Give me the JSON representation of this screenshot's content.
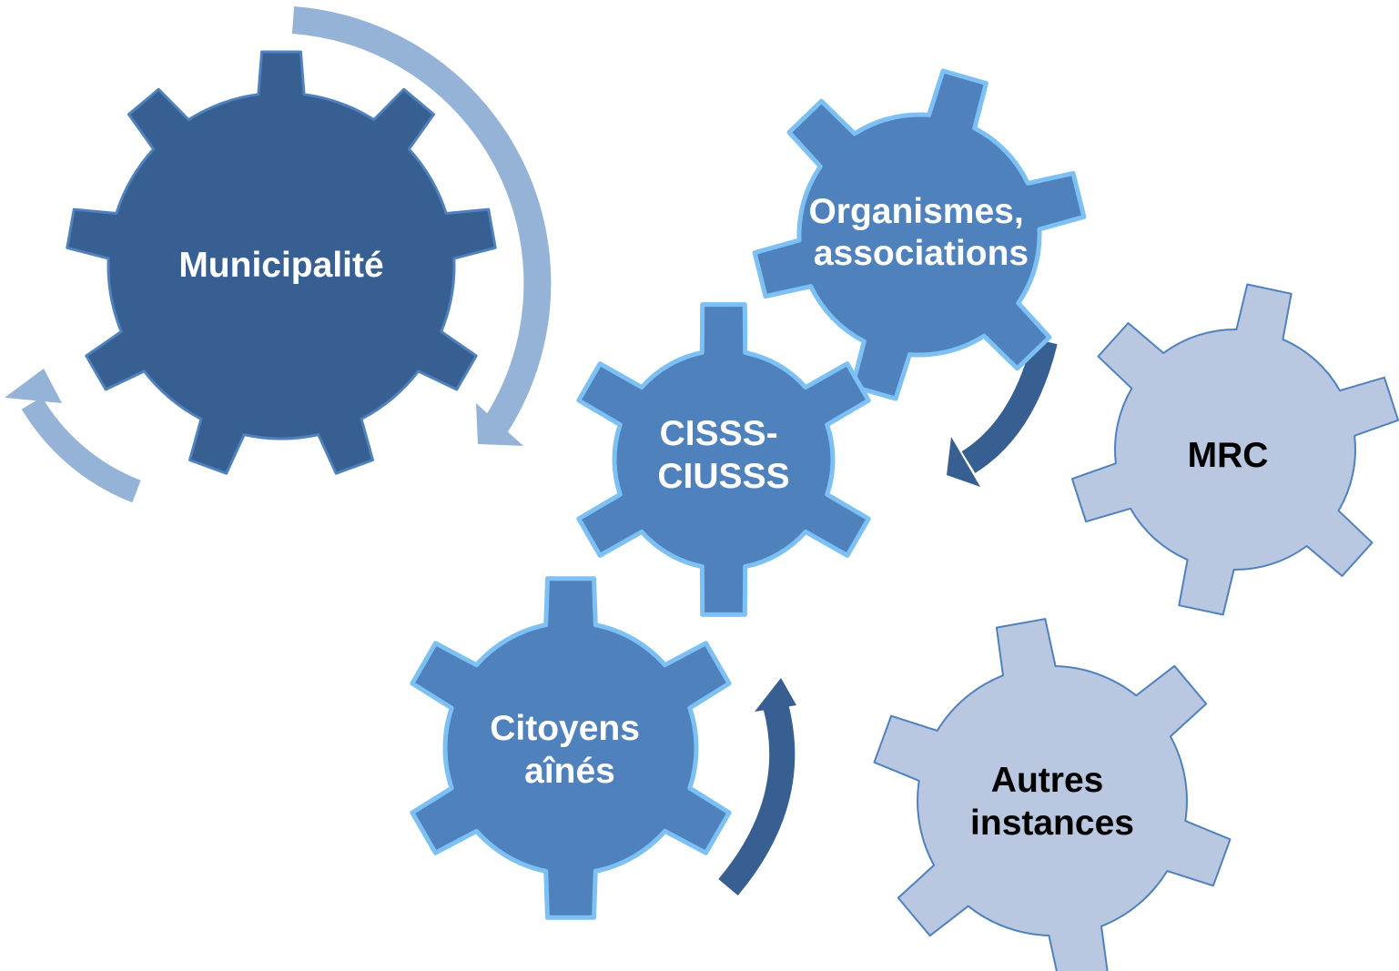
{
  "colors": {
    "dark_blue": "#375F91",
    "mid_blue": "#4F81BD",
    "mid_blue_stroke": "#7CC0F4",
    "light_blue": "#B9C7E0",
    "light_blue_stroke": "#4F81BD",
    "arrow_light": "#95B3D7",
    "arrow_dark": "#375F91",
    "text_light": "#FFFFFF",
    "text_dark": "#000000"
  },
  "gears": {
    "municipalite": {
      "lines": [
        "Municipalité"
      ]
    },
    "organismes": {
      "lines": [
        "Organismes,",
        "associations"
      ]
    },
    "cisss": {
      "lines": [
        "CISSS-",
        "CIUSSS"
      ]
    },
    "citoyens": {
      "lines": [
        "Citoyens",
        "aînés"
      ]
    },
    "mrc": {
      "lines": [
        "MRC"
      ]
    },
    "autres": {
      "lines": [
        "Autres",
        "instances"
      ]
    }
  }
}
